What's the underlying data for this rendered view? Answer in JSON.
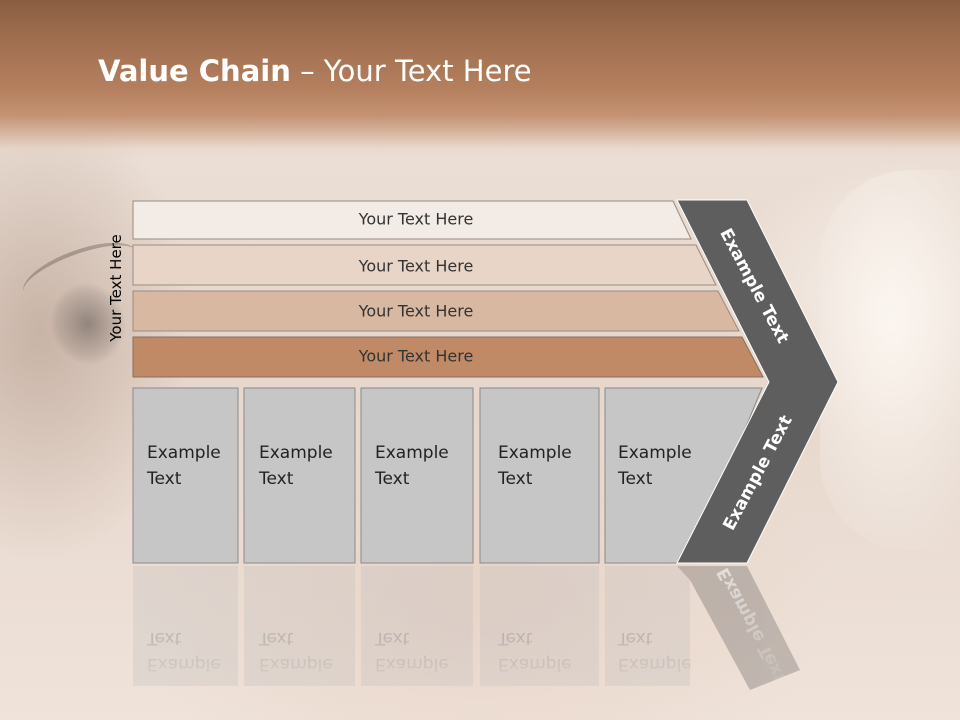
{
  "slide": {
    "title_bold": "Value Chain",
    "title_rest": " – Your Text Here",
    "side_label": "Your Text Here"
  },
  "rows": [
    {
      "label": "Your Text Here",
      "color": "#f3ebe5"
    },
    {
      "label": "Your Text Here",
      "color": "#e8d5c8"
    },
    {
      "label": "Your Text Here",
      "color": "#d9b8a2"
    },
    {
      "label": "Your Text Here",
      "color": "#c08a66"
    }
  ],
  "boxes": [
    {
      "line1": "Example",
      "line2": "Text"
    },
    {
      "line1": "Example",
      "line2": "Text"
    },
    {
      "line1": "Example",
      "line2": "Text"
    },
    {
      "line1": "Example",
      "line2": "Text"
    },
    {
      "line1": "Example",
      "line2": "Text"
    }
  ],
  "chevron": {
    "top_label": "Example Text",
    "bottom_label": "Example Text",
    "color": "#5e5e5e"
  },
  "colors": {
    "header": "#a06f50",
    "box_fill": "#c6c6c6",
    "box_stroke": "#8a8a8a"
  }
}
